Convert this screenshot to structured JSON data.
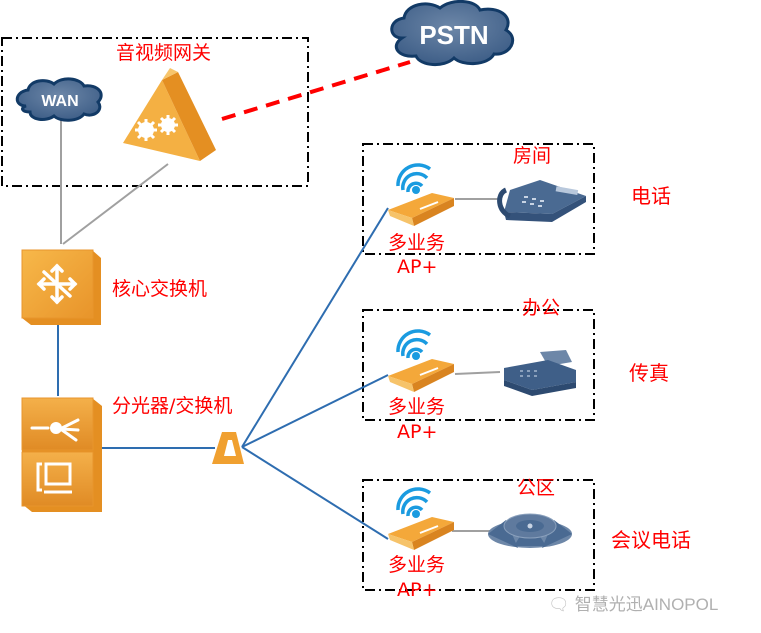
{
  "diagram": {
    "type": "network-topology",
    "colors": {
      "label": "#ff0000",
      "device_orange": "#f0a030",
      "cloud_fill": "#4a6a92",
      "trunk_line": "#2e6db0",
      "lan_line": "#a0a0a0",
      "pstn_link": "#ff0000",
      "wifi": "#1a9be0",
      "terminal": "#4a6a92"
    },
    "gateway_group": {
      "title": "音视频网关",
      "wan_cloud": "WAN"
    },
    "pstn_cloud": "PSTN",
    "core_switch": {
      "label": "核心交换机"
    },
    "splitter_switch": {
      "label": "分光器/交换机"
    },
    "branches": [
      {
        "zone": "房间",
        "ap_line1": "多业务",
        "ap_line2": "AP+",
        "terminal": "电话",
        "terminal_icon": "desk-phone-icon"
      },
      {
        "zone": "办公",
        "ap_line1": "多业务",
        "ap_line2": "AP+",
        "terminal": "传真",
        "terminal_icon": "fax-icon"
      },
      {
        "zone": "公区",
        "ap_line1": "多业务",
        "ap_line2": "AP+",
        "terminal": "会议电话",
        "terminal_icon": "conference-phone-icon"
      }
    ],
    "watermark": "智慧光迅AINOPOL"
  }
}
